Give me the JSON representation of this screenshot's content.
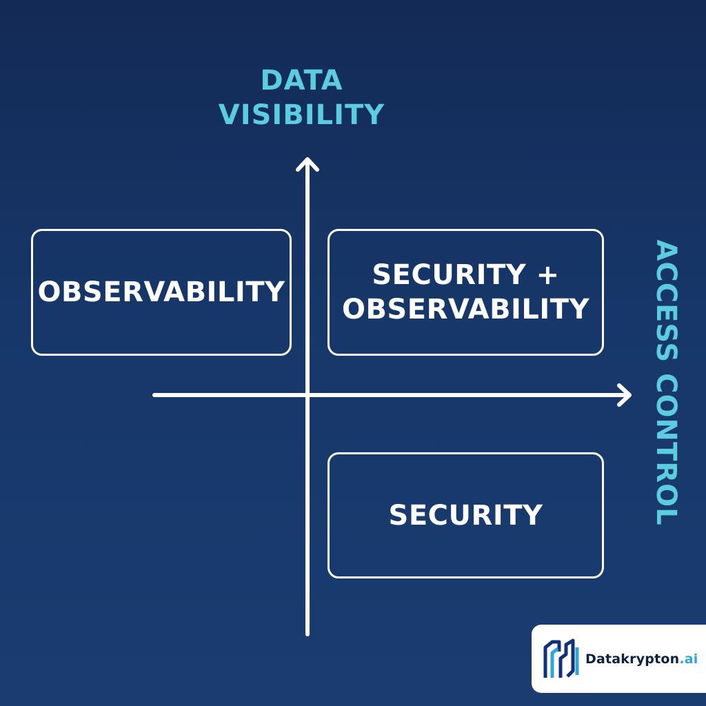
{
  "axes": {
    "y_title_line1": "DATA",
    "y_title_line2": "VISIBILITY",
    "x_title": "ACCESS CONTROL"
  },
  "quadrants": {
    "top_left": "OBSERVABILITY",
    "top_right_line1": "SECURITY +",
    "top_right_line2": "OBSERVABILITY",
    "bottom_right": "SECURITY"
  },
  "brand": {
    "name": "Datakrypton",
    "tld": ".ai"
  },
  "colors": {
    "background_top": "#132a55",
    "background_bottom": "#1a3c70",
    "axis_title": "#5ccde0",
    "lines": "#ffffff",
    "logo_mark_dark": "#12307a",
    "logo_mark_light": "#2fa6d8"
  }
}
